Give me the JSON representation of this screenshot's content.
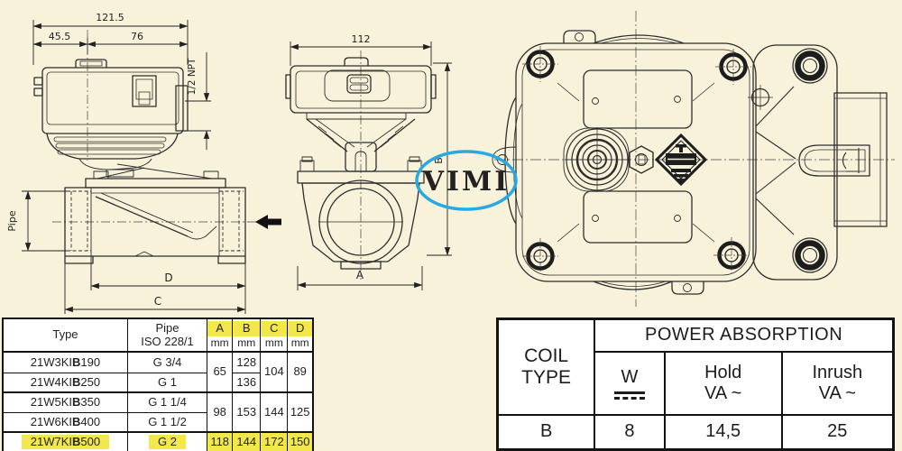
{
  "colors": {
    "background": "#f9f2da",
    "highlight": "#f2e84b",
    "logo_blue": "#29a9e1",
    "line": "#2d2d2d"
  },
  "logo": {
    "text": "VIMI"
  },
  "side_view": {
    "dim_total": "121.5",
    "dim_left": "45.5",
    "dim_right": "76",
    "conduit": "1/2 NPT",
    "pipe_label": "Pipe",
    "dim_d": "D",
    "dim_c": "C"
  },
  "front_view": {
    "dim_width": "112",
    "dim_a": "A",
    "dim_b": "B"
  },
  "dim_table": {
    "headers": {
      "type": "Type",
      "pipe1": "Pipe",
      "pipe2": "ISO 228/1",
      "letters": [
        "A",
        "B",
        "C",
        "D"
      ],
      "unit": "mm"
    },
    "rows": [
      {
        "pre": "21W3KI",
        "b": "B",
        "suf": "190",
        "pipe": "G 3/4"
      },
      {
        "pre": "21W4KI",
        "b": "B",
        "suf": "250",
        "pipe": "G 1"
      },
      {
        "pre": "21W5KI",
        "b": "B",
        "suf": "350",
        "pipe": "G 1 1/4"
      },
      {
        "pre": "21W6KI",
        "b": "B",
        "suf": "400",
        "pipe": "G 1 1/2"
      },
      {
        "pre": "21W7KI",
        "b": "B",
        "suf": "500",
        "pipe": "G 2"
      }
    ],
    "values": {
      "a12": "65",
      "b1": "128",
      "b2": "136",
      "c12": "104",
      "d12": "89",
      "a34": "98",
      "b34": "153",
      "c34": "144",
      "d34": "125",
      "a5": "118",
      "b5": "144",
      "c5": "172",
      "d5": "150"
    }
  },
  "power_table": {
    "coil1": "COIL",
    "coil2": "TYPE",
    "title": "POWER ABSORPTION",
    "w": "W",
    "hold1": "Hold",
    "hold2": "VA ~",
    "inrush1": "Inrush",
    "inrush2": "VA ~",
    "row": {
      "coil": "B",
      "w": "8",
      "hold": "14,5",
      "inrush": "25"
    }
  }
}
